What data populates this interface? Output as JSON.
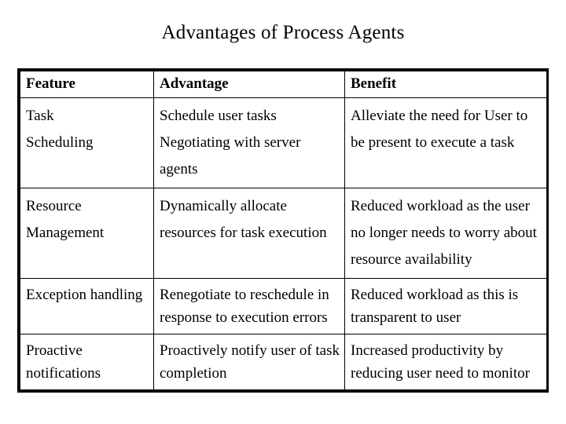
{
  "slide": {
    "title": "Advantages of Process Agents",
    "background_color": "#ffffff",
    "text_color": "#000000",
    "border_color": "#000000"
  },
  "table": {
    "headers": [
      "Feature",
      "Advantage",
      "Benefit"
    ],
    "rows": [
      {
        "feature": [
          "Task",
          "Scheduling"
        ],
        "advantage": [
          "Schedule user tasks",
          "Negotiating with server agents"
        ],
        "benefit": [
          "Alleviate the need for User to be present to execute a task"
        ]
      },
      {
        "feature": [
          "Resource",
          "Management"
        ],
        "advantage": [
          "Dynamically allocate resources for task execution"
        ],
        "benefit": [
          "Reduced workload as the user no longer needs to worry about resource availability"
        ]
      },
      {
        "feature": [
          "Exception handling"
        ],
        "advantage": [
          "Renegotiate to reschedule in response to execution errors"
        ],
        "benefit": [
          "Reduced workload as this is transparent to user"
        ]
      },
      {
        "feature": [
          "Proactive notifications"
        ],
        "advantage": [
          "Proactively notify user of task completion"
        ],
        "benefit": [
          "Increased productivity by reducing user need to monitor"
        ]
      }
    ]
  }
}
